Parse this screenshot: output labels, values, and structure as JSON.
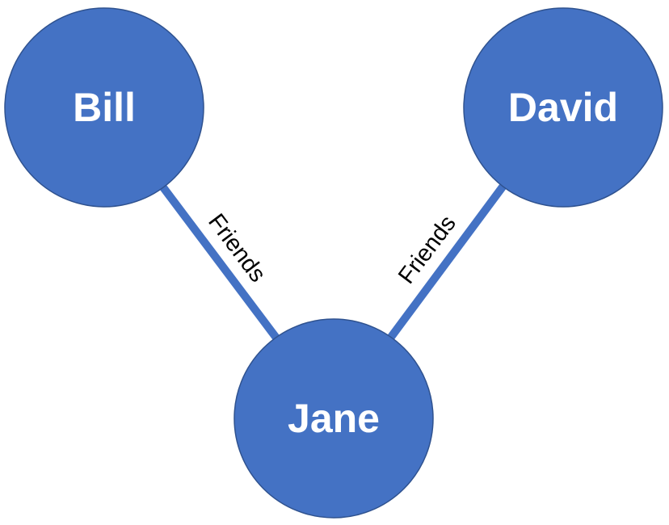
{
  "colors": {
    "node_fill": "#4472c4",
    "node_stroke": "#2f528f",
    "edge": "#4472c4",
    "node_text": "#ffffff",
    "edge_text": "#000000"
  },
  "nodes": [
    {
      "id": "bill",
      "label": "Bill"
    },
    {
      "id": "david",
      "label": "David"
    },
    {
      "id": "jane",
      "label": "Jane"
    }
  ],
  "edges": [
    {
      "from": "bill",
      "to": "jane",
      "label": "Friends"
    },
    {
      "from": "david",
      "to": "jane",
      "label": "Friends"
    }
  ]
}
